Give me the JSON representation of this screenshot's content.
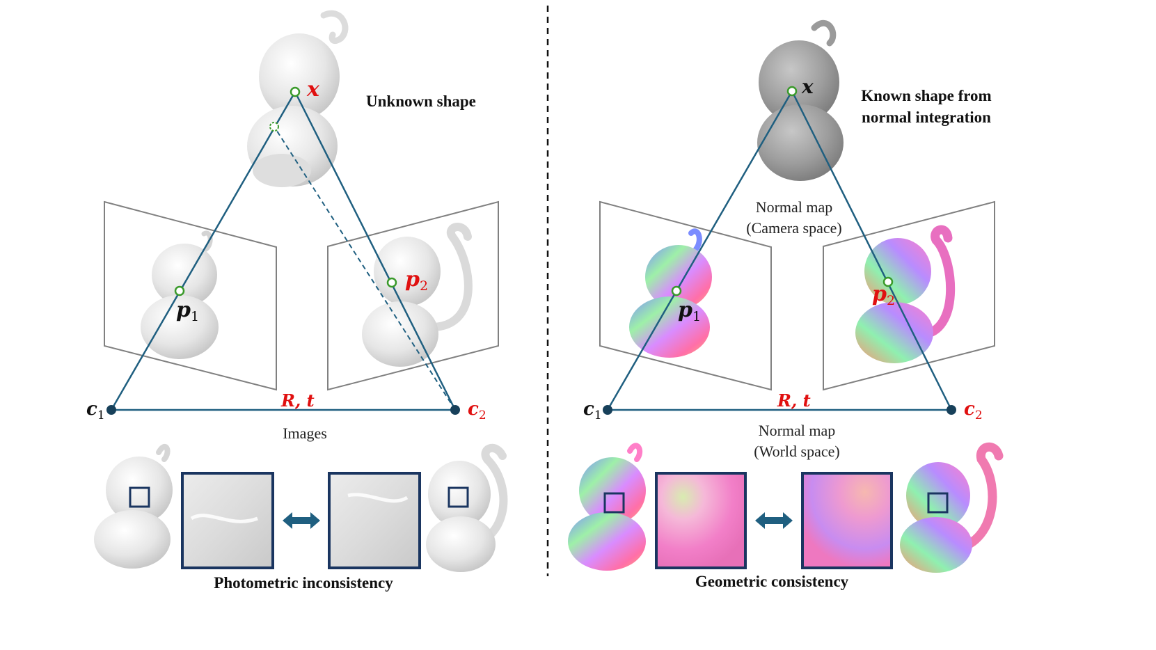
{
  "left_panel": {
    "shape_label": "Unknown shape",
    "point_x": "x",
    "point_p1_base": "p",
    "point_p1_sub": "1",
    "point_p2_base": "p",
    "point_p2_sub": "2",
    "cam1_base": "c",
    "cam1_sub": "1",
    "cam2_base": "c",
    "cam2_sub": "2",
    "baseline_label": "R, t",
    "images_label": "Images",
    "caption": "Photometric inconsistency"
  },
  "right_panel": {
    "shape_label_line1": "Known shape from",
    "shape_label_line2": "normal integration",
    "point_x": "x",
    "point_p1_base": "p",
    "point_p1_sub": "1",
    "point_p2_base": "p",
    "point_p2_sub": "2",
    "cam1_base": "c",
    "cam1_sub": "1",
    "cam2_base": "c",
    "cam2_sub": "2",
    "baseline_label": "R, t",
    "camera_map_line1": "Normal map",
    "camera_map_line2": "(Camera space)",
    "world_map_line1": "Normal map",
    "world_map_line2": "(World space)",
    "caption": "Geometric consistency"
  },
  "colors": {
    "ray": "#1f5f80",
    "point_ring": "#3a9a2a",
    "highlight_red": "#e01010",
    "camera_dot": "#17405a",
    "plane_stroke": "#808080",
    "patch_border": "#1a3560"
  }
}
